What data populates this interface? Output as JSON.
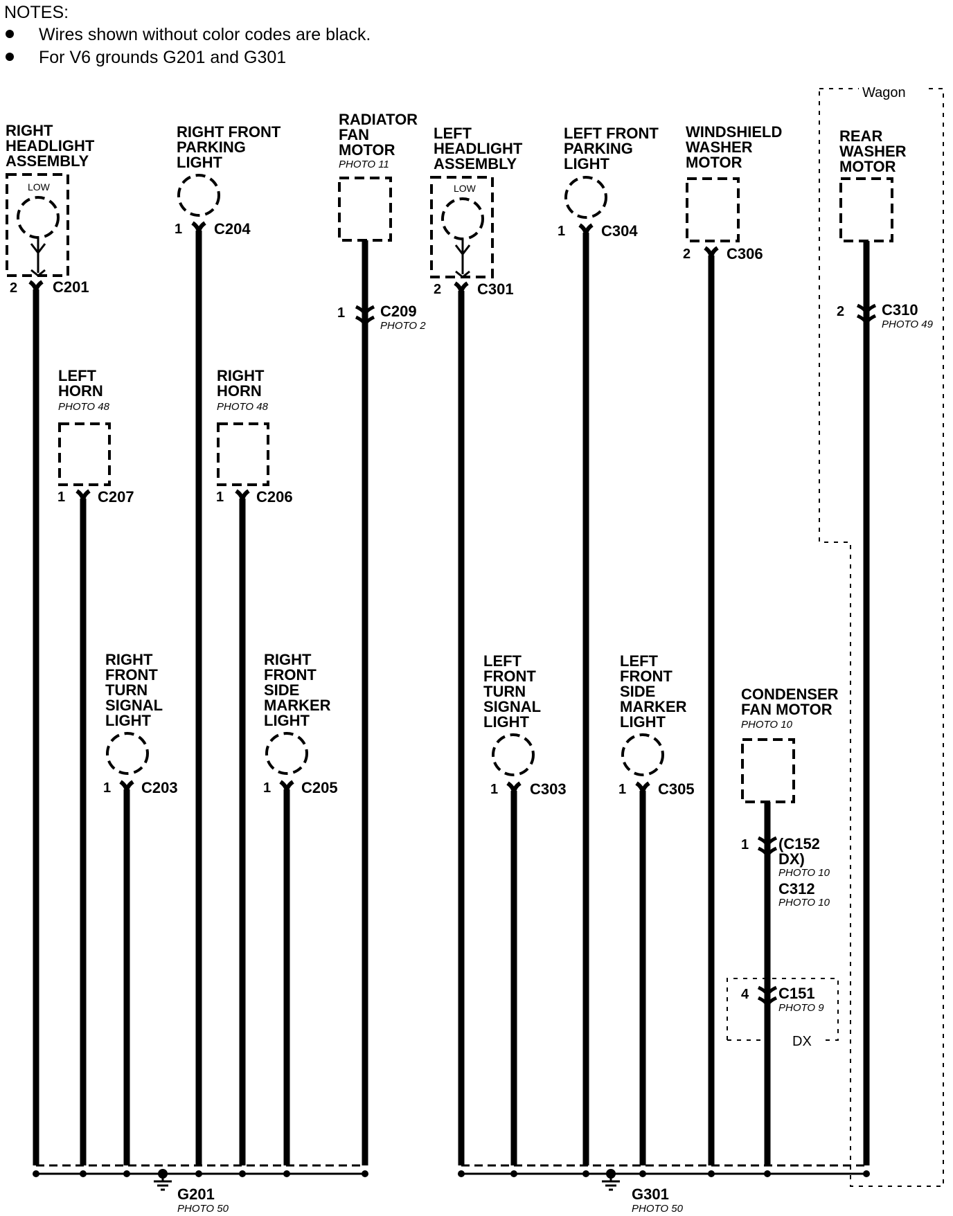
{
  "notes": {
    "heading": "NOTES:",
    "items": [
      "Wires shown without color codes are black.",
      "For V6 grounds G201 and G301"
    ]
  },
  "wagon_label": "Wagon",
  "dx_label": "DX",
  "low_label": "LOW",
  "components": {
    "right_headlight": {
      "line1": "RIGHT",
      "line2": "HEADLIGHT",
      "line3": "ASSEMBLY",
      "pin": "2",
      "connector": "C201"
    },
    "right_front_parking": {
      "line1": "RIGHT FRONT",
      "line2": "PARKING",
      "line3": "LIGHT",
      "pin": "1",
      "connector": "C204"
    },
    "radiator_fan": {
      "line1": "RADIATOR",
      "line2": "FAN",
      "line3": "MOTOR",
      "photo": "PHOTO 11",
      "pin": "1",
      "connector": "C209",
      "connector_photo": "PHOTO 2"
    },
    "left_headlight": {
      "line1": "LEFT",
      "line2": "HEADLIGHT",
      "line3": "ASSEMBLY",
      "pin": "2",
      "connector": "C301"
    },
    "left_front_parking": {
      "line1": "LEFT FRONT",
      "line2": "PARKING",
      "line3": "LIGHT",
      "pin": "1",
      "connector": "C304"
    },
    "windshield_washer": {
      "line1": "WINDSHIELD",
      "line2": "WASHER",
      "line3": "MOTOR",
      "pin": "2",
      "connector": "C306"
    },
    "rear_washer": {
      "line1": "REAR",
      "line2": "WASHER",
      "line3": "MOTOR",
      "pin": "2",
      "connector": "C310",
      "connector_photo": "PHOTO 49"
    },
    "left_horn": {
      "line1": "LEFT",
      "line2": "HORN",
      "photo": "PHOTO 48",
      "pin": "1",
      "connector": "C207"
    },
    "right_horn": {
      "line1": "RIGHT",
      "line2": "HORN",
      "photo": "PHOTO 48",
      "pin": "1",
      "connector": "C206"
    },
    "right_front_turn": {
      "line1": "RIGHT",
      "line2": "FRONT",
      "line3": "TURN",
      "line4": "SIGNAL",
      "line5": "LIGHT",
      "pin": "1",
      "connector": "C203"
    },
    "right_front_side_marker": {
      "line1": "RIGHT",
      "line2": "FRONT",
      "line3": "SIDE",
      "line4": "MARKER",
      "line5": "LIGHT",
      "pin": "1",
      "connector": "C205"
    },
    "left_front_turn": {
      "line1": "LEFT",
      "line2": "FRONT",
      "line3": "TURN",
      "line4": "SIGNAL",
      "line5": "LIGHT",
      "pin": "1",
      "connector": "C303"
    },
    "left_front_side_marker": {
      "line1": "LEFT",
      "line2": "FRONT",
      "line3": "SIDE",
      "line4": "MARKER",
      "line5": "LIGHT",
      "pin": "1",
      "connector": "C305"
    },
    "condenser_fan": {
      "line1": "CONDENSER",
      "line2": "FAN MOTOR",
      "photo": "PHOTO 10",
      "pin1": "1",
      "c152_a": "(C152",
      "c152_b": "DX)",
      "c152_photo": "PHOTO 10",
      "c312": "C312",
      "c312_photo": "PHOTO 10",
      "pin4": "4",
      "c151": "C151",
      "c151_photo": "PHOTO 9"
    }
  },
  "grounds": {
    "g201": {
      "label": "G201",
      "photo": "PHOTO 50"
    },
    "g301": {
      "label": "G301",
      "photo": "PHOTO 50"
    }
  }
}
